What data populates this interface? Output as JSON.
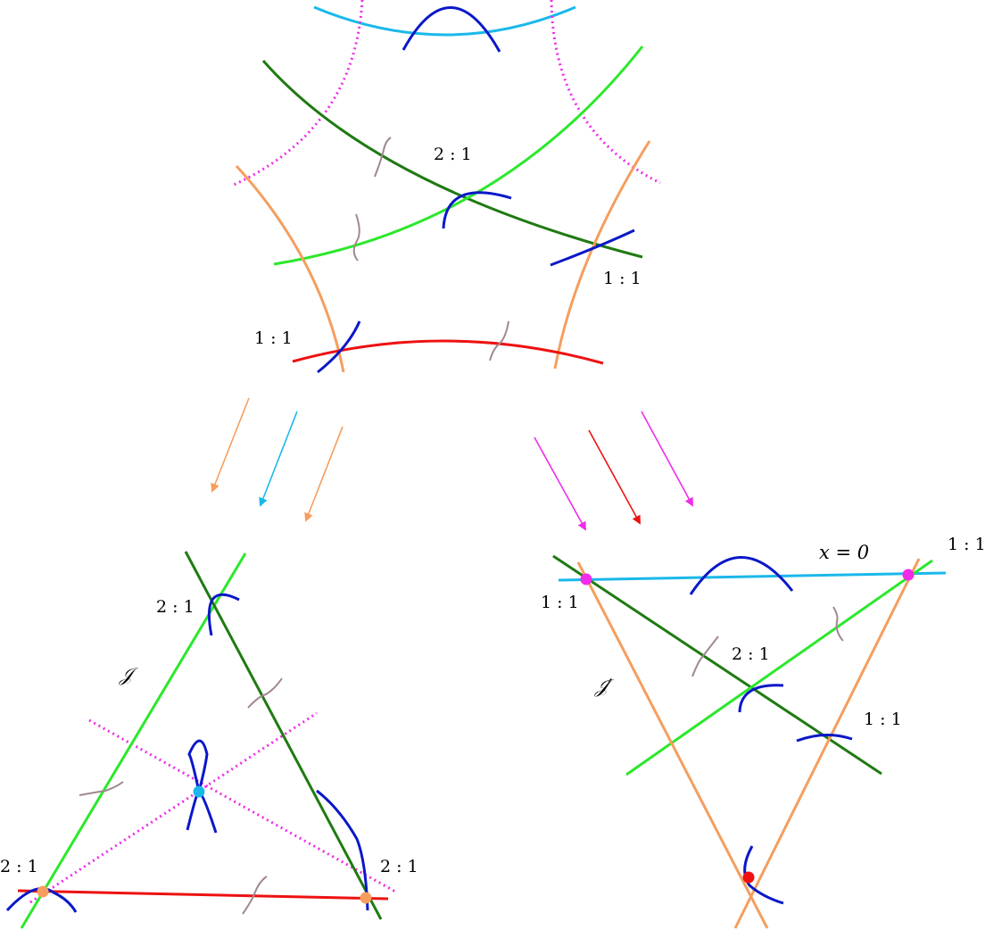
{
  "colors": {
    "cyan": "#1ab8ea",
    "blue": "#0a18c8",
    "magenta": "#f02ce8",
    "darkgreen": "#1f7a12",
    "lightgreen": "#2be82b",
    "orange": "#f59e5e",
    "red": "#ee1111",
    "mauve": "#a08890"
  },
  "labels": {
    "top_ratio_center": "2 : 1",
    "top_ratio_right": "1 : 1",
    "top_ratio_left": "1 : 1",
    "left_ratio_top": "2 : 1",
    "left_ratio_bottom_left": "2 : 1",
    "left_ratio_bottom_right": "2 : 1",
    "left_curve_name": "𝒥",
    "right_ratio_top_left": "1 : 1",
    "right_ratio_top_right": "1 : 1",
    "right_ratio_center": "2 : 1",
    "right_ratio_mid_right": "1 : 1",
    "right_curve_name": "𝒥′",
    "right_equation": "x = 0"
  }
}
